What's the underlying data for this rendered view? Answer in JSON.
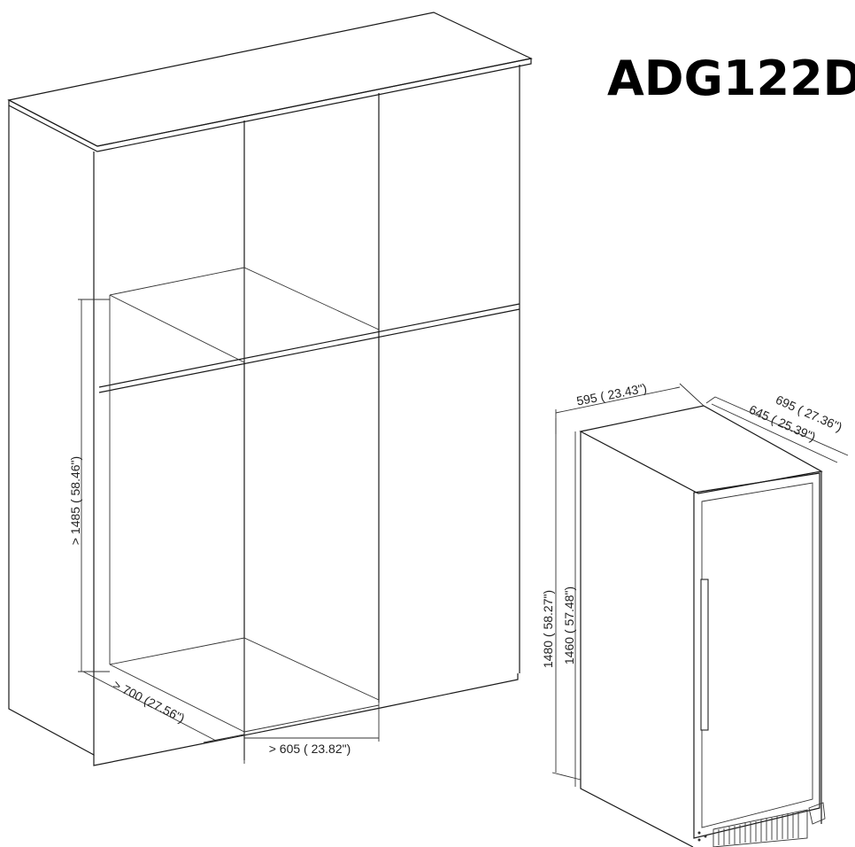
{
  "title": "ADG122D",
  "cabinet": {
    "height_label": "> 1485 ( 58.46\")",
    "depth_label": "> 700 (27.56\")",
    "width_label": "> 605 ( 23.82\")"
  },
  "appliance": {
    "width_label": "595 ( 23.43\")",
    "depth_outer_label": "695 ( 27.36\")",
    "depth_inner_label": "645 ( 25.39\")",
    "height_outer_label": "1480 ( 58.27\")",
    "height_inner_label": "1460 ( 57.48\")"
  }
}
